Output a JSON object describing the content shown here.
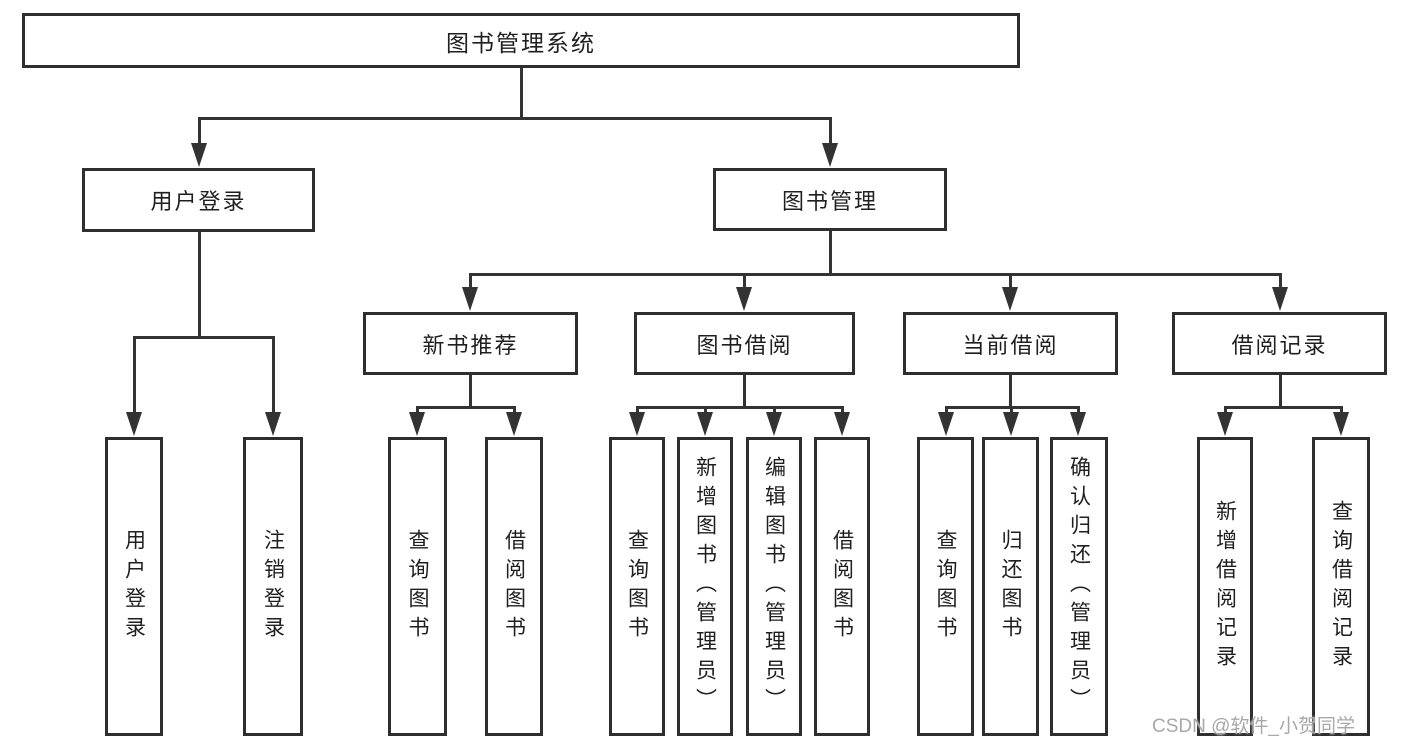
{
  "tree": {
    "label": "图书管理系统",
    "children": [
      {
        "label": "用户登录",
        "children": [
          {
            "label": "用户登录"
          },
          {
            "label": "注销登录"
          }
        ]
      },
      {
        "label": "图书管理",
        "children": [
          {
            "label": "新书推荐",
            "children": [
              {
                "label": "查询图书"
              },
              {
                "label": "借阅图书"
              }
            ]
          },
          {
            "label": "图书借阅",
            "children": [
              {
                "label": "查询图书"
              },
              {
                "label": "新增图书（管理员）"
              },
              {
                "label": "编辑图书（管理员）"
              },
              {
                "label": "借阅图书"
              }
            ]
          },
          {
            "label": "当前借阅",
            "children": [
              {
                "label": "查询图书"
              },
              {
                "label": "归还图书"
              },
              {
                "label": "确认归还（管理员）"
              }
            ]
          },
          {
            "label": "借阅记录",
            "children": [
              {
                "label": "新增借阅记录"
              },
              {
                "label": "查询借阅记录"
              }
            ]
          }
        ]
      }
    ]
  },
  "watermark": {
    "text": "CSDN @软件_小贺同学"
  },
  "colors": {
    "line": "#333333",
    "box_border": "#2e2e2e",
    "text": "#1f1f1f",
    "watermark": "#a8a8a8",
    "background": "#ffffff"
  }
}
